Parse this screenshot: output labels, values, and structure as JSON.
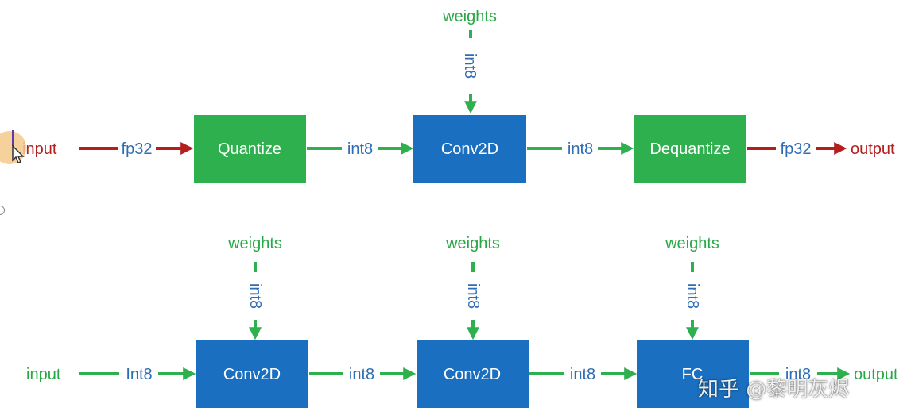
{
  "colors": {
    "green_box": "#2eb04f",
    "blue_box": "#1a6fc0",
    "green_text": "#27a845",
    "red_text": "#b41f1f",
    "blue_text": "#2e6db4",
    "red_arrow": "#b31e1e",
    "green_arrow": "#2eb04f"
  },
  "top_row": {
    "input": "input",
    "input_dtype": "fp32",
    "quantize": "Quantize",
    "quant_out": "int8",
    "conv": "Conv2D",
    "conv_out": "int8",
    "dequantize": "Dequantize",
    "deq_out": "fp32",
    "output": "output",
    "weights": "weights",
    "weights_dtype": "int8"
  },
  "bottom_row": {
    "input": "input",
    "input_dtype": "Int8",
    "conv1": "Conv2D",
    "conv1_out": "int8",
    "conv2": "Conv2D",
    "conv2_out": "int8",
    "fc": "FC",
    "fc_out": "int8",
    "output": "output",
    "weights1": "weights",
    "weights1_dtype": "int8",
    "weights2": "weights",
    "weights2_dtype": "int8",
    "weights3": "weights",
    "weights3_dtype": "int8"
  },
  "watermark": "知乎 @黎明灰烬",
  "icons": {
    "cursor": "mouse-pointer-icon"
  }
}
